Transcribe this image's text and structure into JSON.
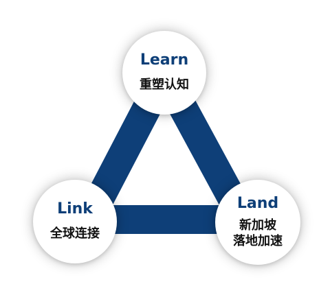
{
  "colors": {
    "connector": "#0e3f78",
    "title": "#0e3f78",
    "subtitle": "#111111",
    "node_fill": "#ffffff"
  },
  "nodes": {
    "learn": {
      "title": "Learn",
      "subtitle": "重塑认知"
    },
    "link": {
      "title": "Link",
      "subtitle": "全球连接"
    },
    "land": {
      "title": "Land",
      "subtitle_line1": "新加坡",
      "subtitle_line2": "落地加速"
    }
  }
}
